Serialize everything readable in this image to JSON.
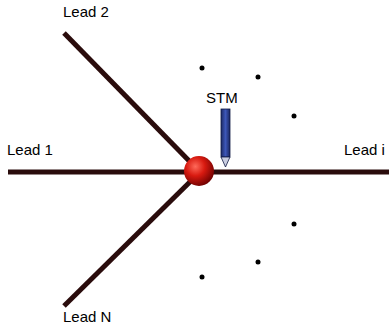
{
  "diagram": {
    "labels": [
      "Lead 2",
      "Lead 1",
      "STM",
      "Lead i",
      "Lead N"
    ]
  }
}
